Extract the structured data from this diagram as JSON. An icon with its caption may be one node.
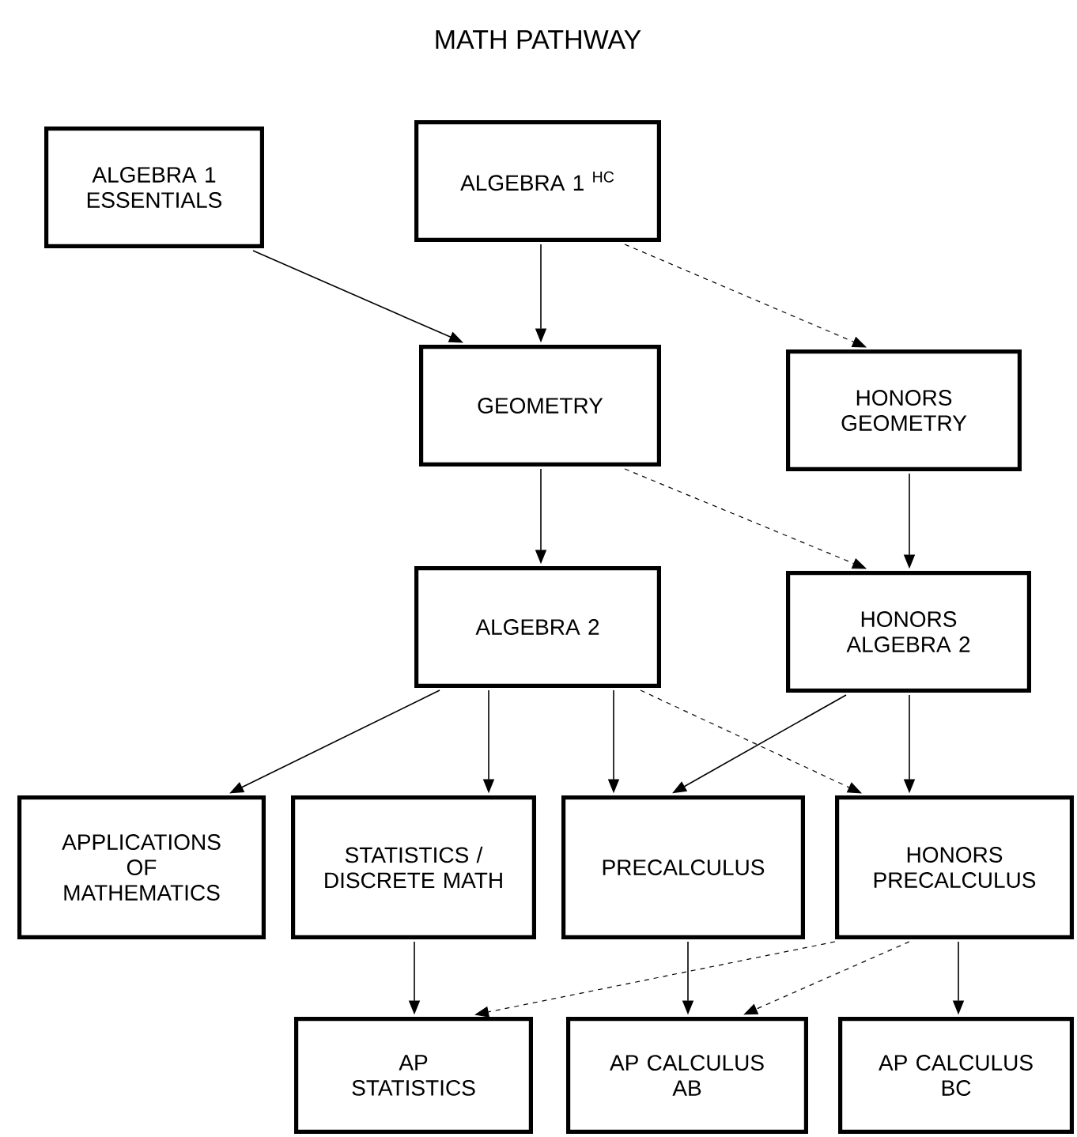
{
  "diagram": {
    "title": "MATH PATHWAY",
    "nodes": [
      {
        "text": [
          "ALGEBRA 1 ESSENTIALS"
        ]
      },
      {
        "text": [
          "ALGEBRA 1 $^{HC}$"
        ]
      },
      {
        "text": [
          "GEOMETRY"
        ]
      },
      {
        "text": [
          "HONORS GEOMETRY"
        ]
      },
      {
        "text": [
          "ALGEBRA 2"
        ]
      },
      {
        "text": [
          "HONORS ALGEBRA 2"
        ]
      },
      {
        "text": [
          "APPLICATIONS OF MATHEMATICS"
        ]
      },
      {
        "text": [
          "STATISTICS / DISCRETE MATH"
        ]
      },
      {
        "text": [
          "PRECALCULUS"
        ]
      },
      {
        "text": [
          "HONORS PRECALCULUS"
        ]
      },
      {
        "text": [
          "AP STATISTICS"
        ]
      },
      {
        "text": [
          "AP CALCULUS AB"
        ]
      },
      {
        "text": [
          "AP CALCULUS BC"
        ]
      }
    ],
    "edges": [
      {
        "from": 0,
        "to": 2,
        "arrow": "to"
      },
      {
        "from": 1,
        "to": 2,
        "arrow": "to"
      },
      {
        "from": 1,
        "to": 3,
        "arrow": "to",
        "style": "dashed"
      },
      {
        "from": 2,
        "to": 4,
        "arrow": "to"
      },
      {
        "from": 2,
        "to": 5,
        "arrow": "to",
        "style": "dashed"
      },
      {
        "from": 3,
        "to": 5,
        "arrow": "to"
      },
      {
        "from": 4,
        "to": 6,
        "arrow": "to"
      },
      {
        "from": 4,
        "to": 7,
        "arrow": "to"
      },
      {
        "from": 4,
        "to": 8,
        "arrow": "to"
      },
      {
        "from": 4,
        "to": 9,
        "arrow": "to",
        "style": "dashed"
      },
      {
        "from": 5,
        "to": 8,
        "arrow": "to"
      },
      {
        "from": 5,
        "to": 9,
        "arrow": "to"
      },
      {
        "from": 7,
        "to": 10,
        "arrow": "to"
      },
      {
        "from": 8,
        "to": 11,
        "arrow": "to"
      },
      {
        "from": 9,
        "to": 10,
        "arrow": "to",
        "style": "dashed"
      },
      {
        "from": 9,
        "to": 11,
        "arrow": "to",
        "style": "dashed"
      },
      {
        "from": 9,
        "to": 12,
        "arrow": "to"
      }
    ]
  }
}
